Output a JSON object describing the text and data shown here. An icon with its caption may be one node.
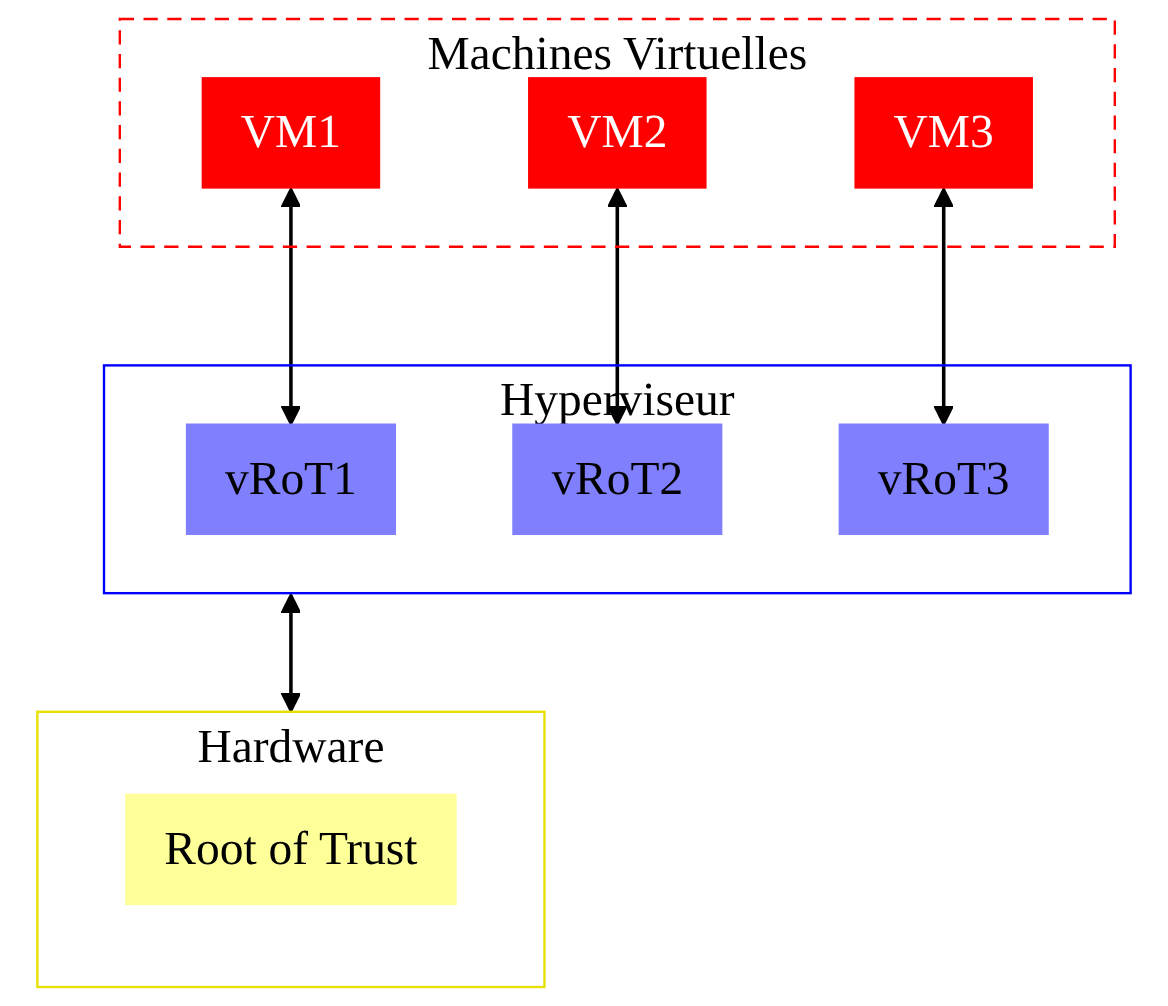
{
  "diagram": {
    "nodes": [
      {
        "text": [
          "Machines Virtuelles"
        ]
      },
      {
        "text": [
          "VM1"
        ],
        "in": 0
      },
      {
        "text": [
          "VM2"
        ],
        "in": 0
      },
      {
        "text": [
          "VM3"
        ],
        "in": 0
      },
      {
        "text": [
          "Hyperviseur"
        ]
      },
      {
        "text": [
          "vRoT1"
        ],
        "in": 4
      },
      {
        "text": [
          "vRoT2"
        ],
        "in": 4
      },
      {
        "text": [
          "vRoT3"
        ],
        "in": 4
      },
      {
        "text": [
          "Hardware"
        ]
      },
      {
        "text": [
          "Root of Trust"
        ],
        "in": 8
      }
    ],
    "edges": [
      {
        "from": 1,
        "to": 5,
        "arrow": "both"
      },
      {
        "from": 2,
        "to": 6,
        "arrow": "both"
      },
      {
        "from": 3,
        "to": 7,
        "arrow": "both"
      },
      {
        "from": 4,
        "to": 8,
        "arrow": "both"
      }
    ]
  }
}
